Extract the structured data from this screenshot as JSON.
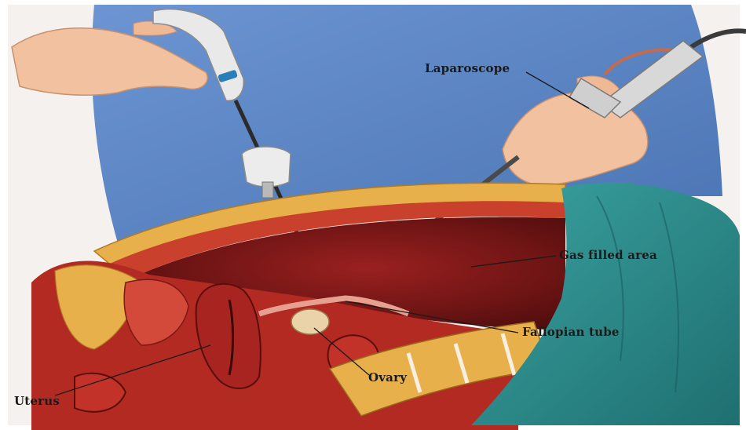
{
  "labels": {
    "laparoscope": "Laparoscope",
    "gas_filled_area": "Gas filled area",
    "fallopian_tube": "Fallopian tube",
    "ovary": "Ovary",
    "uterus": "Uterus"
  },
  "colors": {
    "gown": "#5b86c6",
    "skin": "#f2c2a0",
    "flesh": "#b32a22",
    "cavity": "#6e1414",
    "drape": "#2d8d8c",
    "fat": "#e8b04a",
    "label_text": "#1a1a1a"
  }
}
